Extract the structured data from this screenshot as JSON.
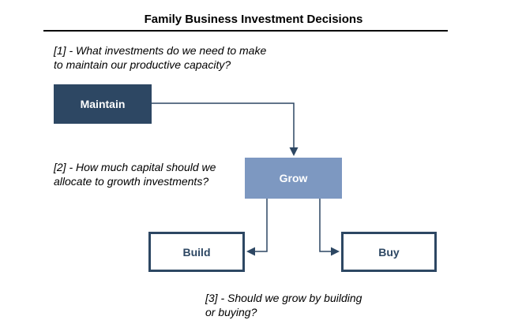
{
  "title": "Family Business Investment Decisions",
  "annotations": [
    {
      "id": "1",
      "text": "[1] - What investments do we need to make\nto maintain our productive capacity?"
    },
    {
      "id": "2",
      "text": "[2] - How much capital should we\nallocate to growth investments?"
    },
    {
      "id": "3",
      "text": "[3] - Should we grow by building\nor buying?"
    }
  ],
  "nodes": [
    {
      "id": "maintain",
      "label": "Maintain",
      "style": "filled-dark-navy"
    },
    {
      "id": "grow",
      "label": "Grow",
      "style": "filled-medium-blue"
    },
    {
      "id": "build",
      "label": "Build",
      "style": "outlined-white"
    },
    {
      "id": "buy",
      "label": "Buy",
      "style": "outlined-white"
    }
  ],
  "edges": [
    {
      "from": "maintain",
      "to": "grow"
    },
    {
      "from": "grow",
      "to": "build"
    },
    {
      "from": "grow",
      "to": "buy"
    }
  ],
  "colors": {
    "dark_navy": "#2d4763",
    "medium_blue": "#7d98c1",
    "node_text_light": "#ffffff",
    "text_black": "#000000",
    "background": "#ffffff"
  }
}
